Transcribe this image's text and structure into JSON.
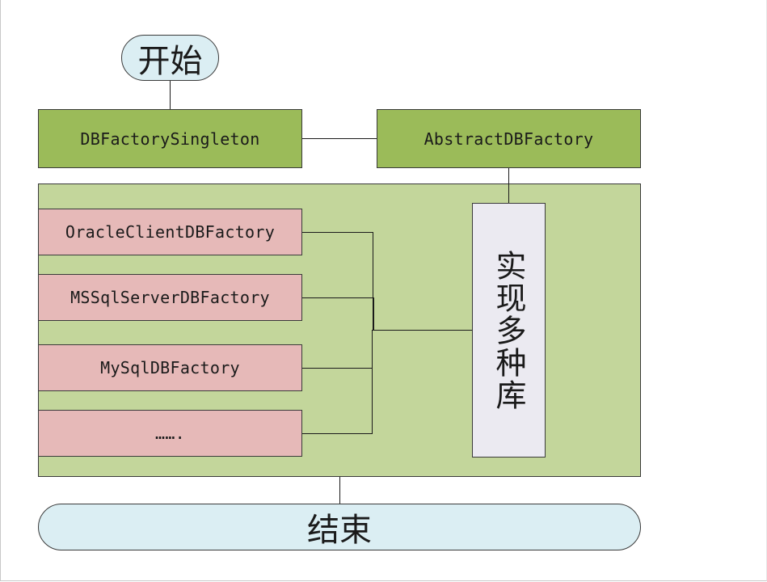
{
  "diagram": {
    "start": "开始",
    "end": "结束",
    "singleton": "DBFactorySingleton",
    "abstract_factory": "AbstractDBFactory",
    "implementations_label": "实现多种库",
    "factories": [
      "OracleClientDBFactory",
      "MSSqlServerDBFactory",
      "MySqlDBFactory",
      "……."
    ]
  },
  "colors": {
    "pill_fill": "#dbeef3",
    "header_fill": "#9bbb59",
    "container_fill": "#c3d69b",
    "factory_fill": "#e6b9b8",
    "label_fill": "#ebeaf1"
  }
}
